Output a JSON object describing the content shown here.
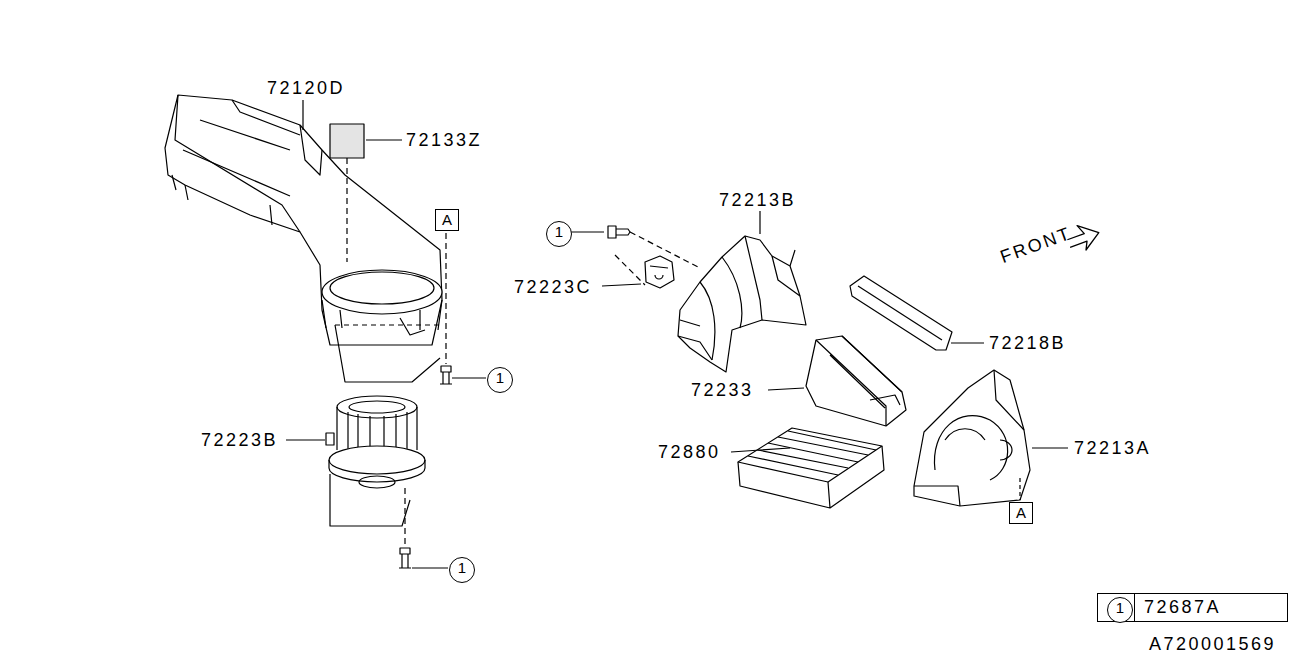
{
  "diagram": {
    "nodes": [
      {
        "text": [
          "A"
        ]
      },
      {
        "text": [
          "1"
        ]
      },
      {
        "text": [
          "1"
        ]
      },
      {
        "text": [
          "A"
        ]
      },
      {
        "text": [
          "1"
        ]
      },
      {
        "text": [
          "72687A"
        ]
      },
      {
        "text": [
          "1"
        ],
        "in": 5
      }
    ],
    "labels": [
      "72120D",
      "72133Z",
      "72213B",
      "72223C",
      "72218B",
      "72233",
      "72880",
      "72213A",
      "72223B",
      "FRONT",
      "A720001569"
    ]
  }
}
